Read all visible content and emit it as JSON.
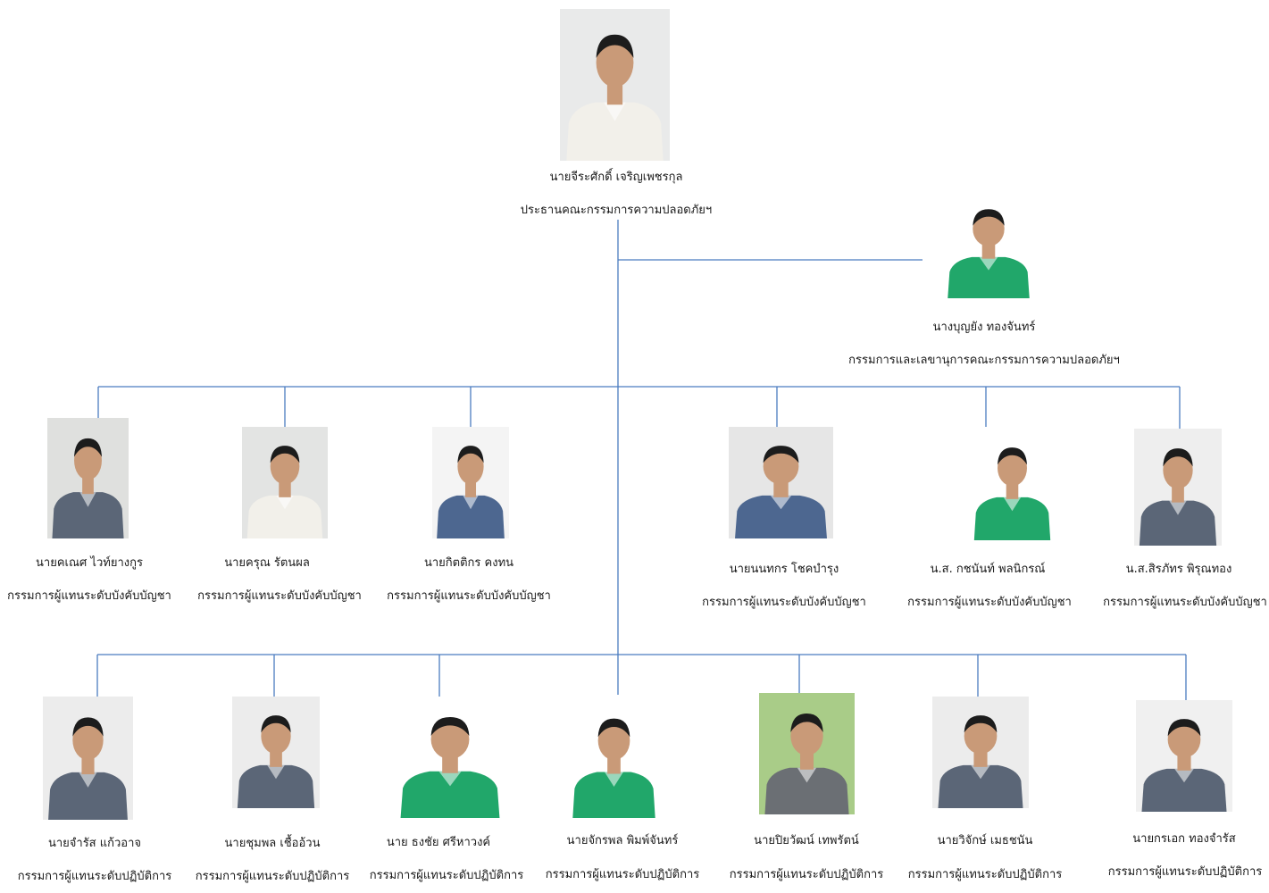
{
  "chairman": {
    "name": "นายจีระศักดิ์  เจริญเพชรกุล",
    "role": "ประธานคณะกรรมการความปลอดภัยฯ",
    "shirt": "#f2f0ea"
  },
  "secretary": {
    "name": "นางบุญยัง ทองจันทร์",
    "role": "กรรมการและเลขานุการคณะกรรมการความปลอดภัยฯ",
    "shirt": "#21a76a"
  },
  "management_members": [
    {
      "name": "นายคเณศ  ไวท์ยางกูร",
      "role": "กรรมการผู้แทนระดับบังคับบัญชา",
      "shirt": "#5b6677"
    },
    {
      "name": "นายครุณ  รัตนผล",
      "role": "กรรมการผู้แทนระดับบังคับบัญชา",
      "shirt": "#f2f0ea"
    },
    {
      "name": "นายกิตติกร  คงทน",
      "role": "กรรมการผู้แทนระดับบังคับบัญชา",
      "shirt": "#4d6790"
    },
    {
      "name": "นายนนทกร  โชคบำรุง",
      "role": "กรรมการผู้แทนระดับบังคับบัญชา",
      "shirt": "#4d6790"
    },
    {
      "name": "น.ส. กชนันท์ พลนิกรณ์",
      "role": "กรรมการผู้แทนระดับบังคับบัญชา",
      "shirt": "#21a76a"
    },
    {
      "name": "น.ส.สิรภัทร พิรุณทอง",
      "role": "กรรมการผู้แทนระดับบังคับบัญชา",
      "shirt": "#5b6677"
    }
  ],
  "operational_members": [
    {
      "name": "นายจำรัส  แก้วอาจ",
      "role": "กรรมการผู้แทนระดับปฏิบัติการ",
      "shirt": "#5b6677"
    },
    {
      "name": "นายชุมพล เชื้ออ้วน",
      "role": "กรรมการผู้แทนระดับปฏิบัติการ",
      "shirt": "#5b6677"
    },
    {
      "name": "นาย ธงชัย ศรีหาวงค์",
      "role": "กรรมการผู้แทนระดับปฏิบัติการ",
      "shirt": "#21a76a"
    },
    {
      "name": "นายจักรพล พิมพ์จันทร์",
      "role": "กรรมการผู้แทนระดับปฏิบัติการ",
      "shirt": "#21a76a"
    },
    {
      "name": "นายปิยวัฒน์ เทพรัตน์",
      "role": "กรรมการผู้แทนระดับปฏิบัติการ",
      "shirt": "#6b6f74"
    },
    {
      "name": "นายวิจักษ์ เมธชนัน",
      "role": "กรรมการผู้แทนระดับปฏิบัติการ",
      "shirt": "#5b6677"
    },
    {
      "name": "นายกรเอก ทองจำรัส",
      "role": "กรรมการผู้แทนระดับปฏิบัติการ",
      "shirt": "#5b6677"
    }
  ],
  "colors": {
    "connector": "#4a7cc0",
    "skin": "#c99a78",
    "hair": "#1c1c1c"
  }
}
